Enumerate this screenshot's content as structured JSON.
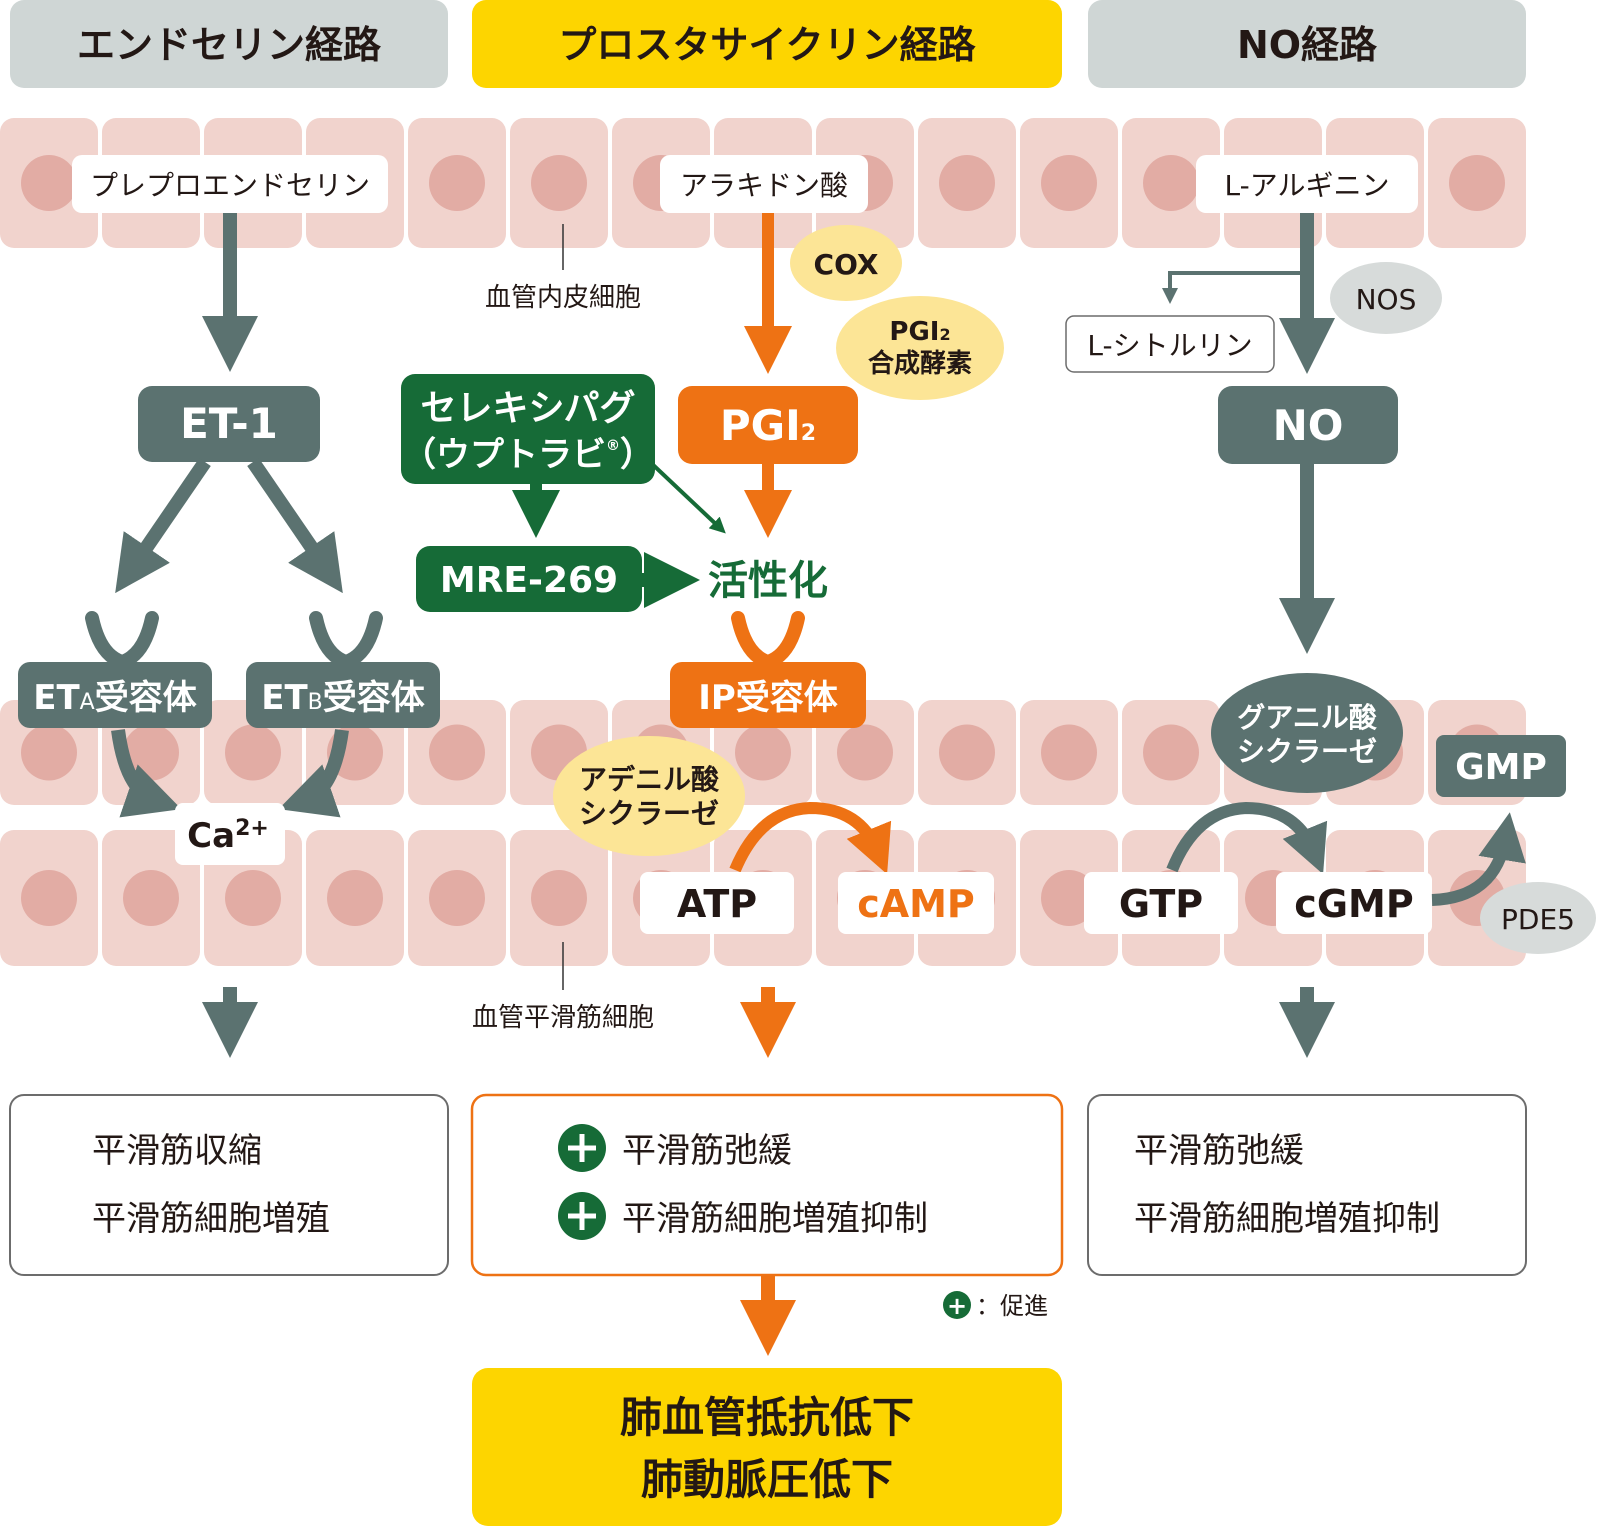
{
  "colors": {
    "grey_header": "#cfd6d5",
    "yellow": "#fdd500",
    "orange": "#ee7214",
    "slate": "#5b7270",
    "green": "#166b37",
    "cell": "#f1d3cd",
    "nucleus": "#e2aca4",
    "light_yellow": "#fce596",
    "light_grey": "#d7dbda"
  },
  "headers": {
    "endothelin": "エンドセリン経路",
    "prostacyclin": "プロスタサイクリン経路",
    "no": "NO経路"
  },
  "cell_labels": {
    "endothelial": "血管内皮細胞",
    "smooth_muscle": "血管平滑筋細胞"
  },
  "endothelin_path": {
    "precursor": "プレプロエンドセリン",
    "et1": "ET-1",
    "eta_prefix": "ET",
    "eta_sub": "A",
    "eta_suffix": "受容体",
    "etb_prefix": "ET",
    "etb_sub": "B",
    "etb_suffix": "受容体",
    "ca_base": "Ca",
    "ca_sup": "2+",
    "effects": [
      "平滑筋収縮",
      "平滑筋細胞増殖"
    ]
  },
  "prostacyclin_path": {
    "precursor": "アラキドン酸",
    "cox": "COX",
    "synthase_line1_base": "PGI",
    "synthase_line1_sub": "2",
    "synthase_line2": "合成酵素",
    "pgi2_base": "PGI",
    "pgi2_sub": "2",
    "drug_name": "セレキシパグ",
    "drug_brand_open": "（",
    "drug_brand": "ウプトラビ",
    "drug_brand_mark": "®",
    "drug_brand_close": "）",
    "metabolite": "MRE-269",
    "activation": "活性化",
    "ip_receptor": "IP受容体",
    "adenylate_line1": "アデニル酸",
    "adenylate_line2": "シクラーゼ",
    "atp": "ATP",
    "camp": "cAMP",
    "effects": [
      "平滑筋弛緩",
      "平滑筋細胞増殖抑制"
    ],
    "legend_symbol": "+",
    "legend_text": "：促進",
    "outcome_line1": "肺血管抵抗低下",
    "outcome_line2": "肺動脈圧低下"
  },
  "no_path": {
    "precursor": "L-アルギニン",
    "nos": "NOS",
    "citrulline": "L-シトルリン",
    "no": "NO",
    "guanylate_line1": "グアニル酸",
    "guanylate_line2": "シクラーゼ",
    "gtp": "GTP",
    "cgmp": "cGMP",
    "gmp": "GMP",
    "pde5": "PDE5",
    "effects": [
      "平滑筋弛緩",
      "平滑筋細胞増殖抑制"
    ]
  }
}
